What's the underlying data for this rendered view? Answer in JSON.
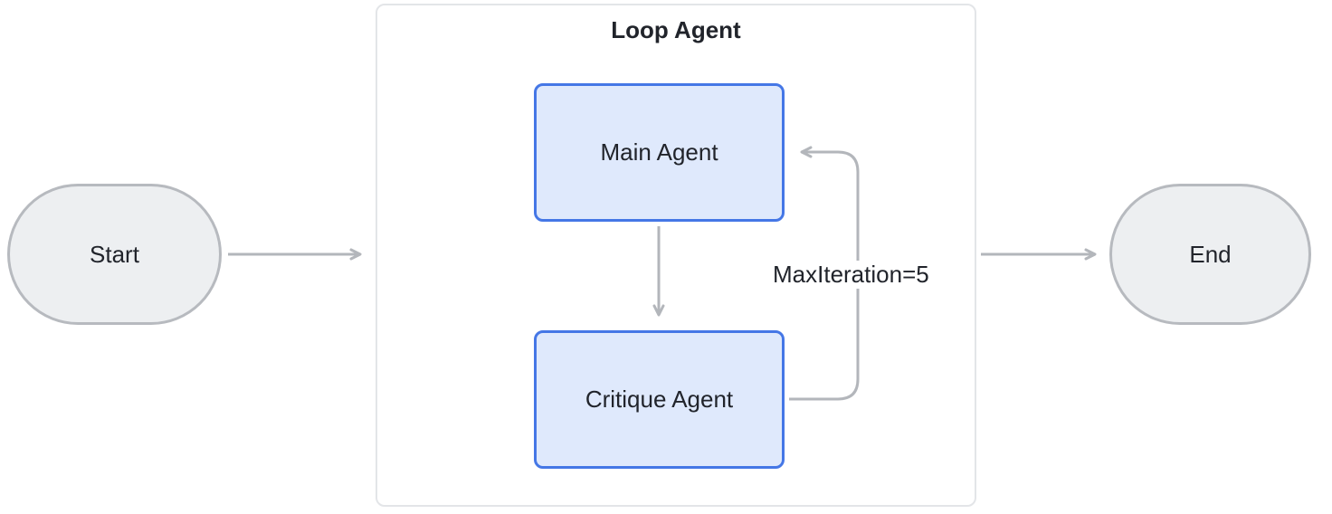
{
  "diagram": {
    "title": "Loop Agent",
    "nodes": {
      "start": "Start",
      "end": "End",
      "main_agent": "Main Agent",
      "critique_agent": "Critique Agent"
    },
    "edge_label": "MaxIteration=5",
    "colors": {
      "agent_border": "#4577e6",
      "agent_fill": "#dfe9fc",
      "terminal_fill": "#edeff1",
      "terminal_border": "#b7babf",
      "arrow": "#b3b6bb",
      "container_border": "#e3e5e8",
      "text": "#21242b"
    }
  }
}
